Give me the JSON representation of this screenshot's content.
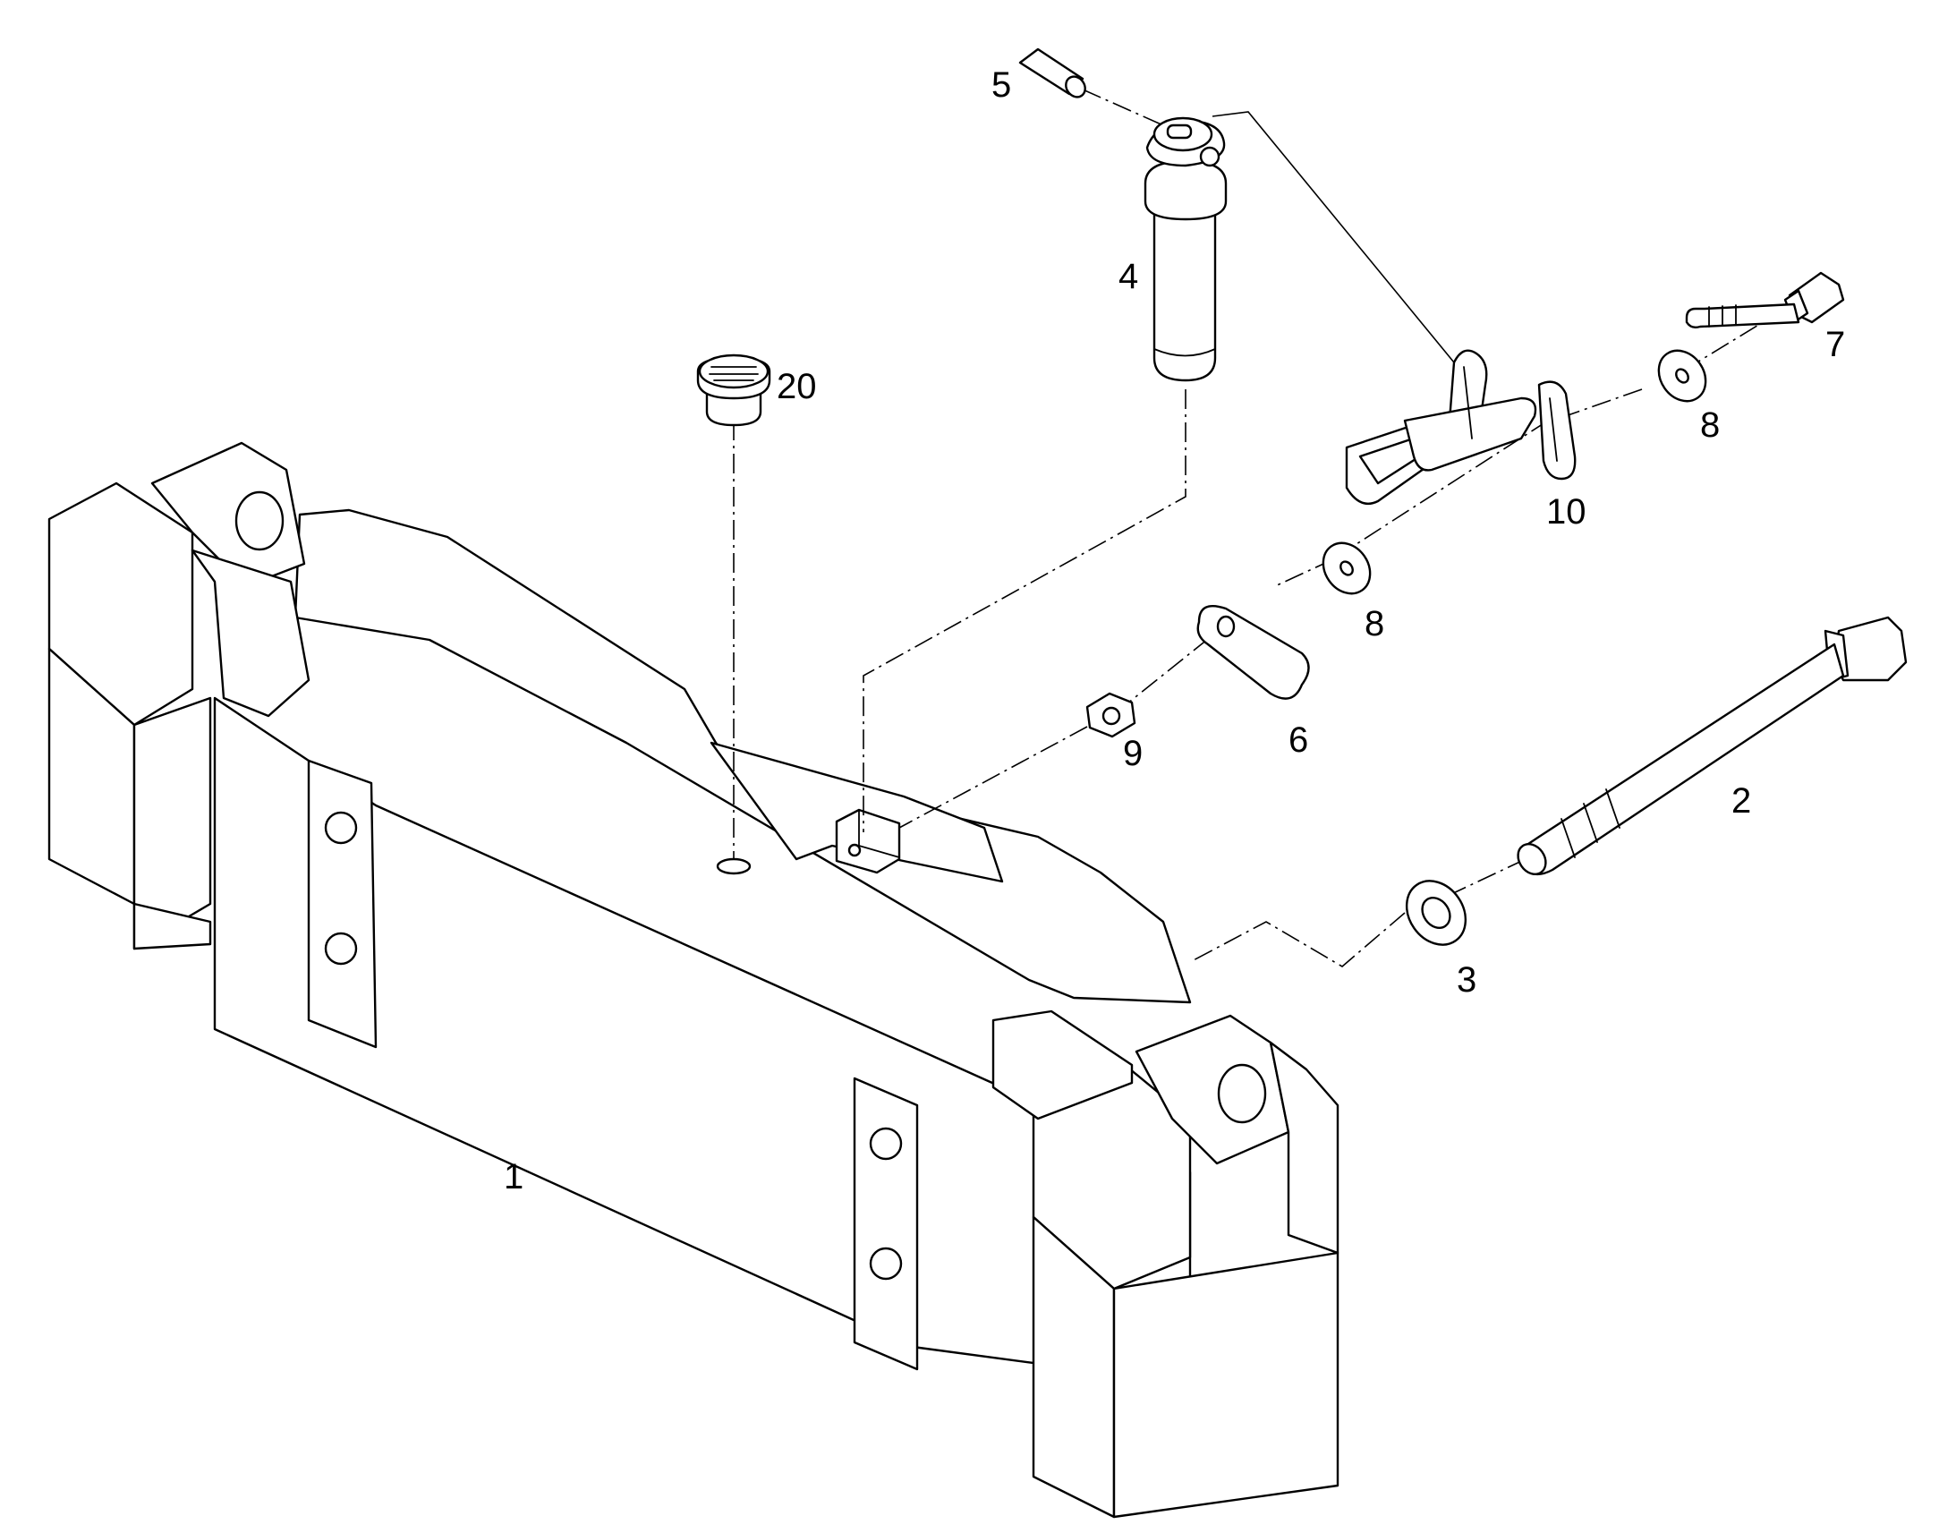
{
  "callouts": {
    "c1": "1",
    "c2": "2",
    "c3": "3",
    "c4": "4",
    "c5": "5",
    "c6": "6",
    "c7": "7",
    "c8a": "8",
    "c8b": "8",
    "c9": "9",
    "c10": "10",
    "c20": "20"
  }
}
